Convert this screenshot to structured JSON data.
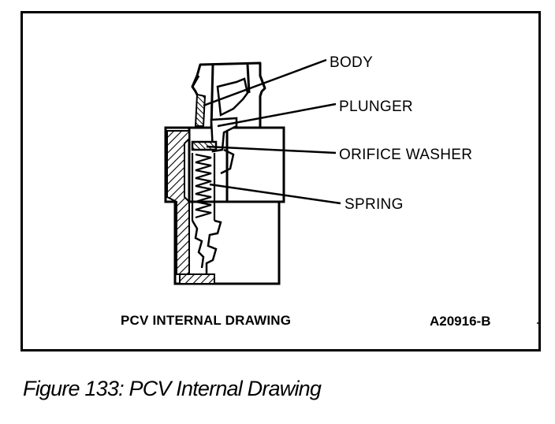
{
  "callouts": {
    "body": "BODY",
    "plunger": "PLUNGER",
    "orifice_washer": "ORIFICE WASHER",
    "spring": "SPRING"
  },
  "drawing_title": "PCV INTERNAL DRAWING",
  "drawing_id": "A20916-B",
  "caption": "Figure 133: PCV Internal Drawing",
  "colors": {
    "ink": "#000000",
    "paper": "#ffffff"
  }
}
